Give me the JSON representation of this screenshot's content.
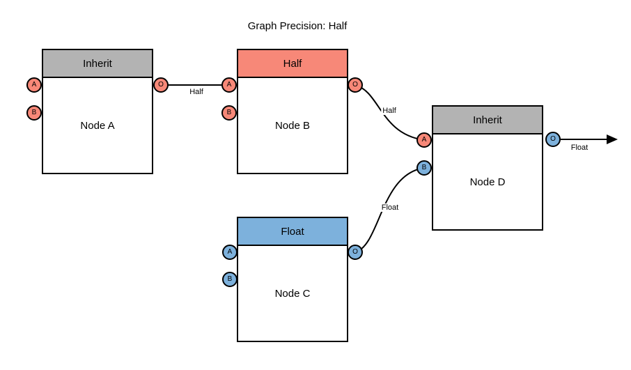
{
  "title": "Graph Precision: Half",
  "colors": {
    "half": "#F78878",
    "float": "#7DB1DC",
    "inherit": "#B3B3B3",
    "stroke": "#000000",
    "background": "#FFFFFF"
  },
  "nodes": [
    {
      "header": "Inherit",
      "label": "Node A",
      "header_color_key": "inherit",
      "ports": {
        "a": "A",
        "b": "B",
        "o": "O"
      },
      "port_precision": {
        "a": "half",
        "b": "half",
        "o": "half"
      }
    },
    {
      "header": "Half",
      "label": "Node B",
      "header_color_key": "half",
      "ports": {
        "a": "A",
        "b": "B",
        "o": "O"
      },
      "port_precision": {
        "a": "half",
        "b": "half",
        "o": "half"
      }
    },
    {
      "header": "Float",
      "label": "Node C",
      "header_color_key": "float",
      "ports": {
        "a": "A",
        "b": "B",
        "o": "O"
      },
      "port_precision": {
        "a": "float",
        "b": "float",
        "o": "float"
      }
    },
    {
      "header": "Inherit",
      "label": "Node D",
      "header_color_key": "inherit",
      "ports": {
        "a": "A",
        "b": "B",
        "o": "O"
      },
      "port_precision": {
        "a": "half",
        "b": "float",
        "o": "float"
      }
    }
  ],
  "edges": [
    {
      "from": "Node A.O",
      "to": "Node B.A",
      "label": "Half"
    },
    {
      "from": "Node B.O",
      "to": "Node D.A",
      "label": "Half"
    },
    {
      "from": "Node C.O",
      "to": "Node D.B",
      "label": "Float"
    },
    {
      "from": "Node D.O",
      "to": "graph-output",
      "label": "Float"
    }
  ]
}
